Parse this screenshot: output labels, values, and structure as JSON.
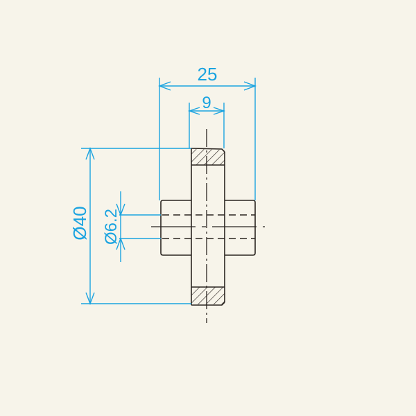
{
  "drawing": {
    "title": "Spur gear technical drawing (sectional view)",
    "background": "#f7f4ea",
    "colors": {
      "outline": "#2a2420",
      "dimension": "#1aa3e0",
      "hatch": "#2a2420"
    },
    "dimensions": {
      "overall_width": {
        "label": "25",
        "value": 25
      },
      "face_width": {
        "label": "9",
        "value": 9
      },
      "outer_diameter": {
        "label": "Ø40",
        "value": 40
      },
      "bore_diameter": {
        "label": "Ø6.2",
        "value": 6.2
      }
    }
  }
}
